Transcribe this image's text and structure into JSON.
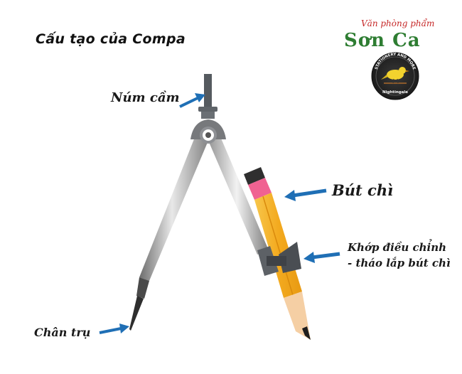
{
  "title": "Cấu tạo của Compa",
  "labels": {
    "knob": "Núm cầm",
    "pencil": "Bút chì",
    "joint_line1": "Khớp điều chỉnh",
    "joint_line2": "- tháo lắp bút chì",
    "leg": "Chân trụ"
  },
  "brand": {
    "script": "Văn phòng phẩm",
    "name": "Sơn Ca",
    "badge_arc_text": "STATIONERY AND MORE",
    "badge_bottom_text": "Nightingale"
  },
  "colors": {
    "arrow": "#1f6fb5",
    "brand_red": "#c62828",
    "brand_green": "#2e7d32",
    "pencil_body": "#f5b82e",
    "eraser": "#f06292",
    "badge_bg": "#2b2b2b",
    "bird": "#f2d22e"
  }
}
